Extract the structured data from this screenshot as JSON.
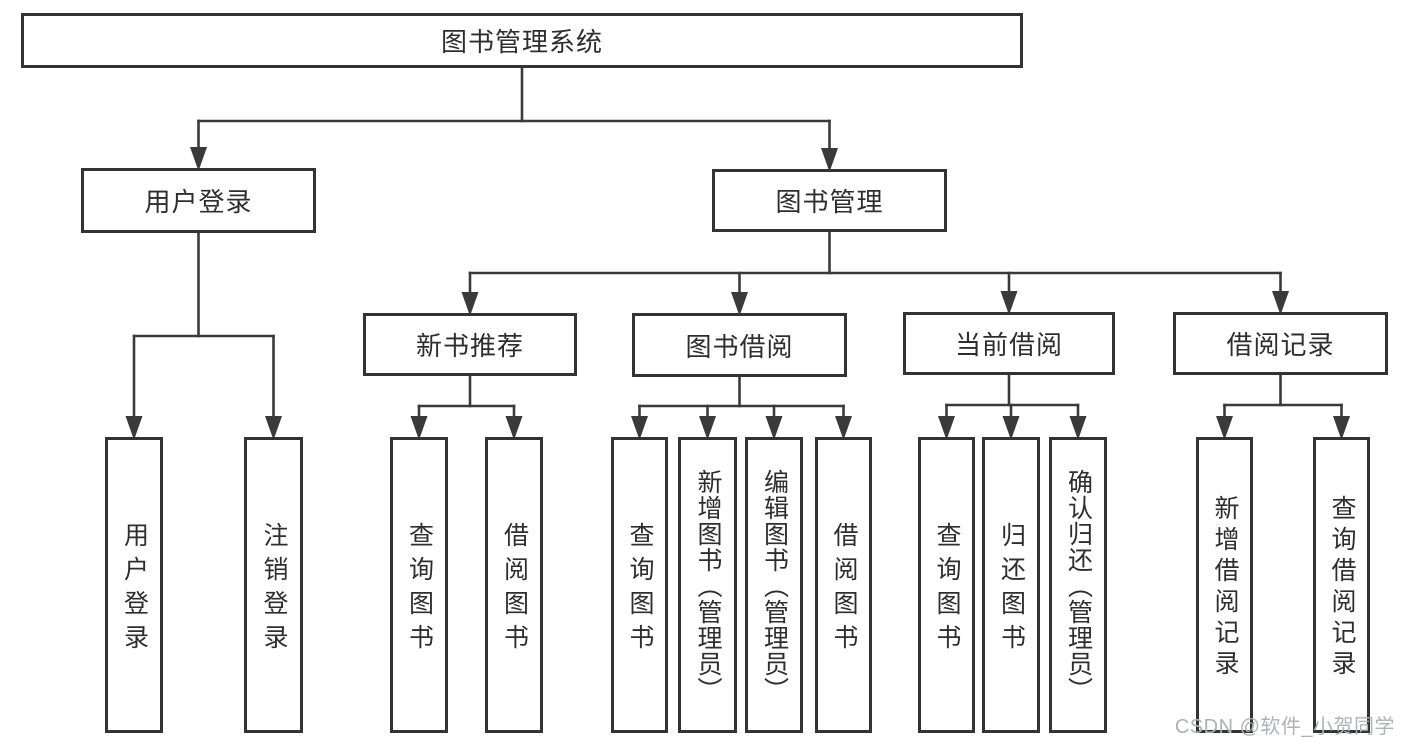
{
  "diagram": {
    "type": "tree",
    "title": "图书管理系统",
    "watermark": "CSDN @软件_小贺同学",
    "colors": {
      "line": "#3a3a3a",
      "box_border": "#333333",
      "box_fill": "#ffffff",
      "text": "#2e2e2e",
      "watermark": "#aeb2b8",
      "background": "#ffffff"
    },
    "nodes": [
      {
        "id": "root",
        "label": "图书管理系统",
        "parent": null,
        "orientation": "horizontal"
      },
      {
        "id": "user-login",
        "label": "用户登录",
        "parent": "root",
        "orientation": "horizontal"
      },
      {
        "id": "book-mgmt",
        "label": "图书管理",
        "parent": "root",
        "orientation": "horizontal"
      },
      {
        "id": "login-leaf",
        "label": "用户登录",
        "parent": "user-login",
        "orientation": "vertical"
      },
      {
        "id": "logout-leaf",
        "label": "注销登录",
        "parent": "user-login",
        "orientation": "vertical"
      },
      {
        "id": "new-book-rec",
        "label": "新书推荐",
        "parent": "book-mgmt",
        "orientation": "horizontal"
      },
      {
        "id": "book-borrow",
        "label": "图书借阅",
        "parent": "book-mgmt",
        "orientation": "horizontal"
      },
      {
        "id": "current-borrow",
        "label": "当前借阅",
        "parent": "book-mgmt",
        "orientation": "horizontal"
      },
      {
        "id": "borrow-records",
        "label": "借阅记录",
        "parent": "book-mgmt",
        "orientation": "horizontal"
      },
      {
        "id": "rec-query-book",
        "label": "查询图书",
        "parent": "new-book-rec",
        "orientation": "vertical"
      },
      {
        "id": "rec-borrow-book",
        "label": "借阅图书",
        "parent": "new-book-rec",
        "orientation": "vertical"
      },
      {
        "id": "bb-query-book",
        "label": "查询图书",
        "parent": "book-borrow",
        "orientation": "vertical"
      },
      {
        "id": "bb-add-book",
        "label": "新增图书（管理员）",
        "parent": "book-borrow",
        "orientation": "vertical"
      },
      {
        "id": "bb-edit-book",
        "label": "编辑图书（管理员）",
        "parent": "book-borrow",
        "orientation": "vertical"
      },
      {
        "id": "bb-borrow-book",
        "label": "借阅图书",
        "parent": "book-borrow",
        "orientation": "vertical"
      },
      {
        "id": "cb-query-book",
        "label": "查询图书",
        "parent": "current-borrow",
        "orientation": "vertical"
      },
      {
        "id": "cb-return-book",
        "label": "归还图书",
        "parent": "current-borrow",
        "orientation": "vertical"
      },
      {
        "id": "cb-confirm-return",
        "label": "确认归还（管理员）",
        "parent": "current-borrow",
        "orientation": "vertical"
      },
      {
        "id": "br-add-record",
        "label": "新增借阅记录",
        "parent": "borrow-records",
        "orientation": "vertical"
      },
      {
        "id": "br-query-record",
        "label": "查询借阅记录",
        "parent": "borrow-records",
        "orientation": "vertical"
      }
    ]
  }
}
